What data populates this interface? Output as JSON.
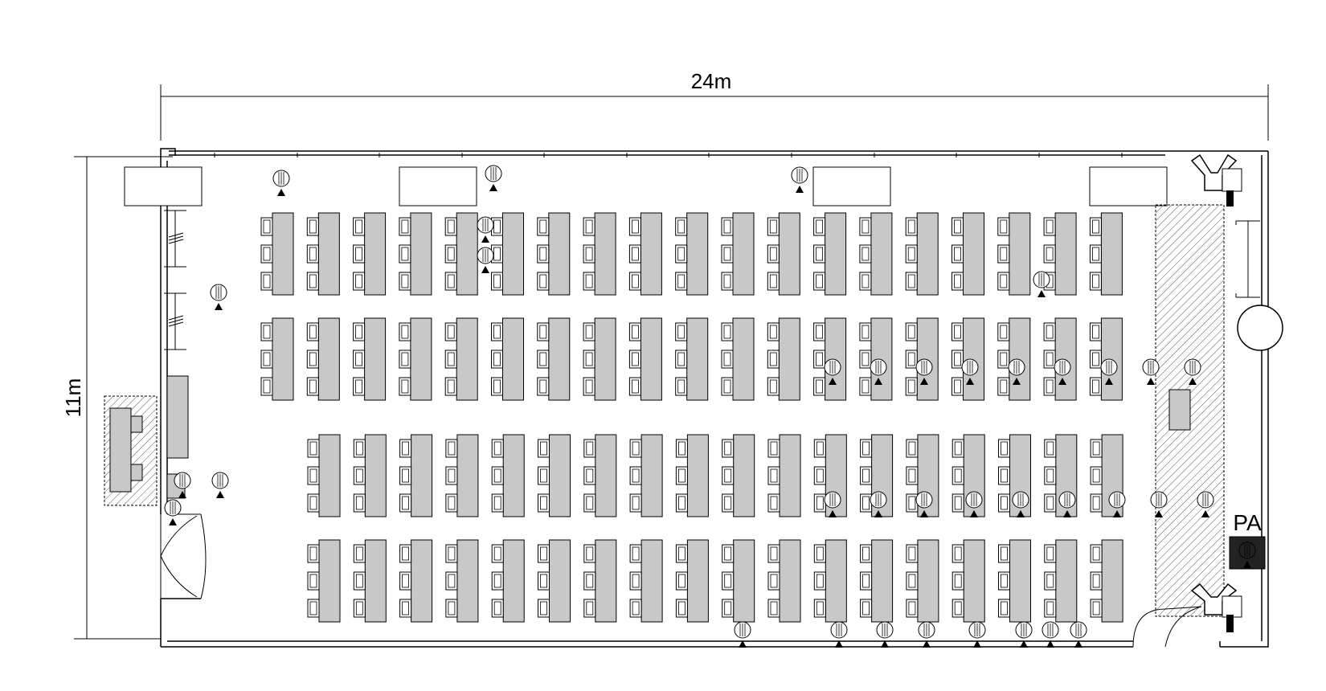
{
  "dimensions": {
    "width_label": "24m",
    "height_label": "11m"
  },
  "labels": {
    "pa": "PA"
  },
  "colors": {
    "line": "#000000",
    "desk_fill": "#c8c8c8",
    "hatch": "#555555",
    "pa_fill": "#222222",
    "background": "#ffffff"
  },
  "icons": [
    "microphone-icon",
    "speaker-icon",
    "desk-icon",
    "chair-icon",
    "door-icon",
    "screen-icon",
    "pa-console-icon"
  ],
  "seating": {
    "blocks": 4,
    "rows_of_desks_per_block": 1,
    "seats_per_desk": 3
  }
}
